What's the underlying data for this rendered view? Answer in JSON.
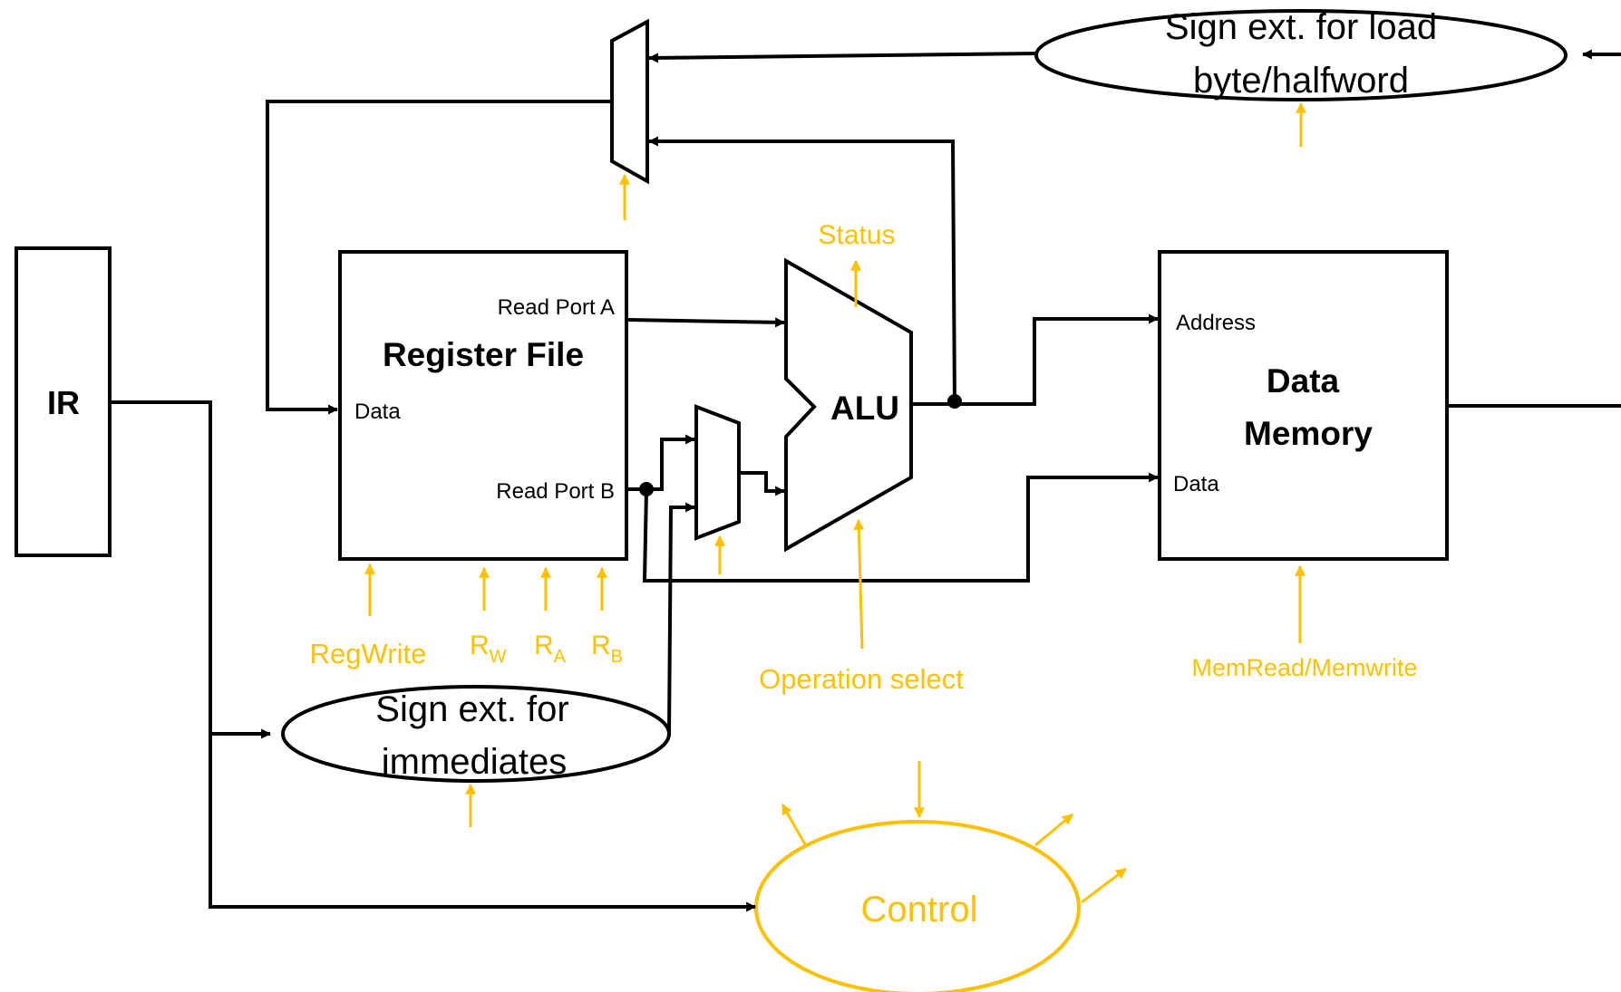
{
  "colors": {
    "wire": "#000000",
    "control": "#FFC000",
    "background": "#FFFFFF"
  },
  "blocks": {
    "ir": {
      "label": "IR"
    },
    "register_file": {
      "title": "Register File",
      "read_port_a": "Read Port A",
      "read_port_b": "Read Port B",
      "data": "Data"
    },
    "alu": {
      "label": "ALU"
    },
    "data_memory": {
      "title_line1": "Data",
      "title_line2": "Memory",
      "address": "Address",
      "data": "Data"
    },
    "sign_ext_load": {
      "line1": "Sign ext. for load",
      "line2": "byte/halfword"
    },
    "sign_ext_imm": {
      "line1": "Sign ext. for",
      "line2": "immediates"
    },
    "control": {
      "label": "Control"
    }
  },
  "control_signals": {
    "status": "Status",
    "regwrite": "RegWrite",
    "rw_base": "R",
    "rw_sub": "W",
    "ra_base": "R",
    "ra_sub": "A",
    "rb_base": "R",
    "rb_sub": "B",
    "operation_select": "Operation select",
    "memread_memwrite": "MemRead/Memwrite"
  }
}
